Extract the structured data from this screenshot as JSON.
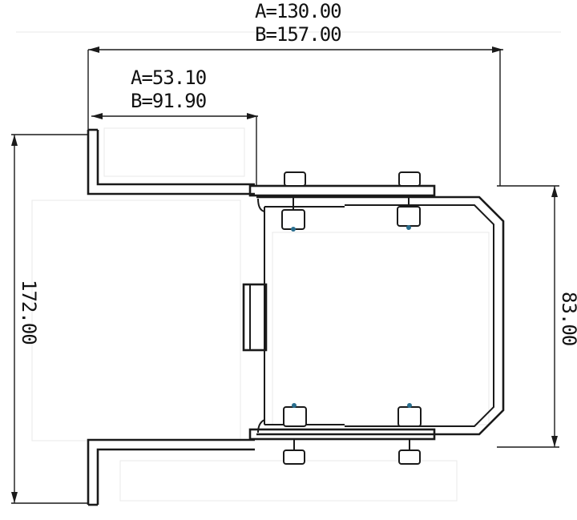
{
  "dimensions": {
    "overall_width": {
      "a": "A=130.00",
      "b": "B=157.00"
    },
    "flange_width": {
      "a": "A=53.10",
      "b": "B=91.90"
    },
    "total_height": "172.00",
    "inner_height": "83.00"
  },
  "colors": {
    "line": "#1a1a1a",
    "background": "#ffffff",
    "bolt_marker": "#2a6f8f"
  }
}
